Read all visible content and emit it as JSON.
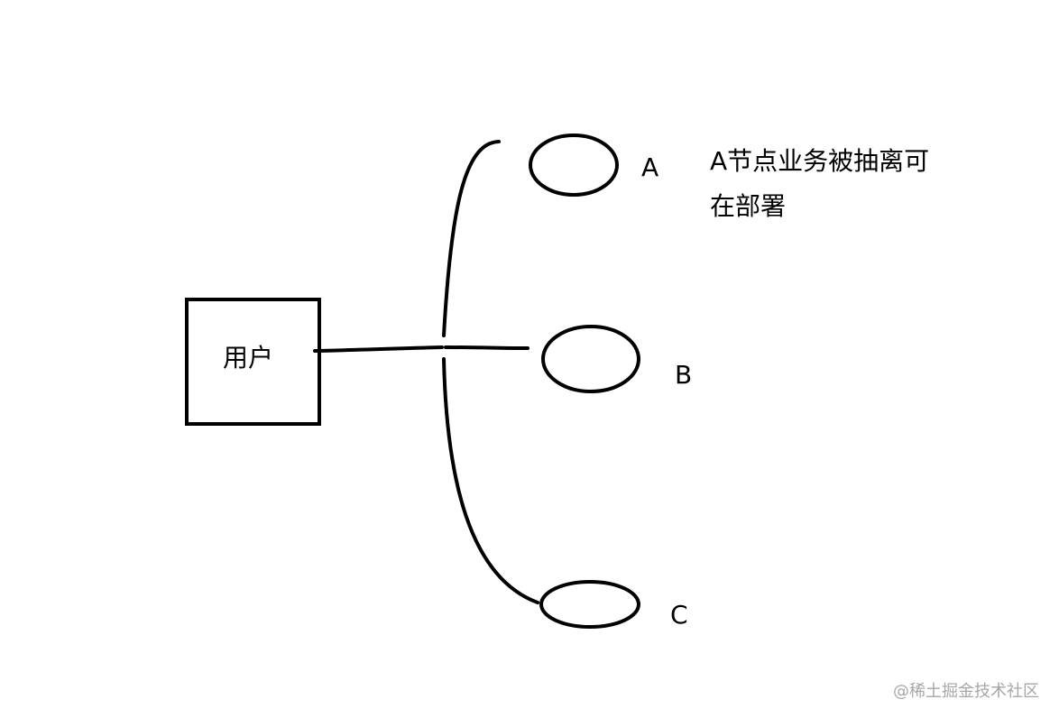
{
  "diagram": {
    "user_box": {
      "label": "用户"
    },
    "nodes": [
      {
        "id": "A",
        "label": "A"
      },
      {
        "id": "B",
        "label": "B"
      },
      {
        "id": "C",
        "label": "C"
      }
    ],
    "annotation": {
      "line1": "A节点业务被抽离可",
      "line2": "在部署"
    }
  },
  "watermark": "@稀土掘金技术社区",
  "colors": {
    "stroke": "#000000",
    "background": "#ffffff",
    "watermark": "#a7a7a7"
  }
}
